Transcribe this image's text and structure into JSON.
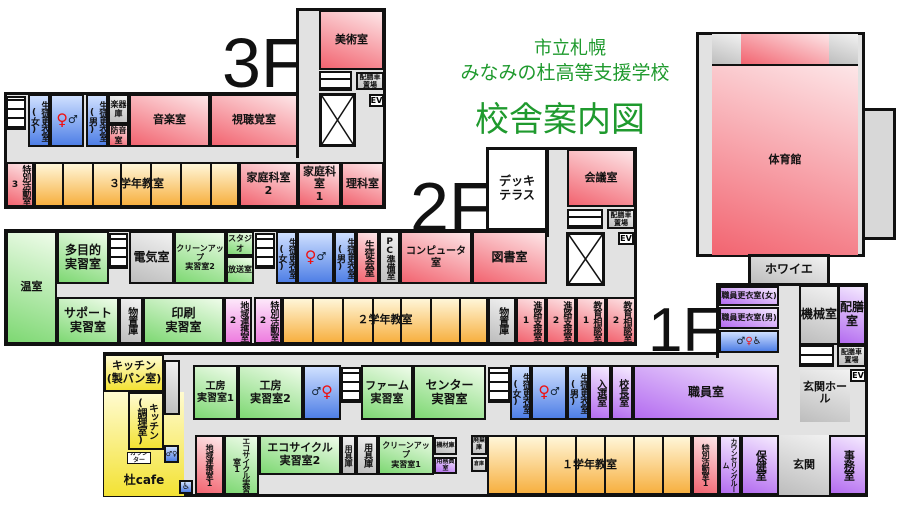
{
  "title": {
    "line1": "市立札幌",
    "line2": "みなみの杜高等支援学校",
    "line3": "校舎案内図"
  },
  "floors": {
    "f3": "3F",
    "f2": "2F",
    "f1": "1F"
  },
  "f3": {
    "art": "美術室",
    "cart": "配膳車\n置場",
    "ev": "EV",
    "lockerF": "生徒更衣室(女)",
    "lockerM": "生徒更衣室(男)",
    "instr": "楽器庫",
    "sound": "防音室",
    "music": "音楽室",
    "av": "視聴覚室",
    "special3": "特別活動室3",
    "classes": "３学年教室",
    "home2": "家庭科室\n2",
    "home1": "家庭科室\n1",
    "science": "理科室"
  },
  "f2": {
    "deck": "デッキ\nテラス",
    "meeting": "会議室",
    "cart": "配膳車\n置場",
    "ev": "EV",
    "green": "温室",
    "multi": "多目的\n実習室",
    "elec": "電気室",
    "clean2": "クリーンアップ\n実習室2",
    "studio": "スタジオ",
    "broadcast": "放送室",
    "lockerF": "生徒更衣室(女)",
    "lockerM": "生徒更衣室(男)",
    "council": "生徒会室",
    "pcprep": "PC準備室",
    "computer": "コンピュータ室",
    "library": "図書室",
    "support": "サポート\n実習室",
    "storage": "物置庫",
    "print": "印刷\n実習室",
    "region2": "地域連携室2",
    "special2": "特別活動室2",
    "classes": "２学年教室",
    "storage2": "物置庫",
    "career1": "進路支援室1",
    "career2": "進路支援室2",
    "counsel1": "教育相談室1",
    "counsel2": "教育相談室2"
  },
  "gym": {
    "name": "体育館",
    "foyer": "ホワイエ"
  },
  "f1": {
    "staffLockerF": "職員更衣室(女)",
    "staffLockerM": "職員更衣室(男)",
    "machine": "機械室",
    "serving": "配膳室",
    "cart": "配膳車\n置場",
    "ev": "EV",
    "hall": "玄関ホール",
    "kitchenBread": "キッチン\n(製パン室)",
    "kitchenCook": "キッチン(調理室)",
    "counter": "カウンター",
    "cafe": "杜cafe",
    "workshop1": "工房\n実習室1",
    "workshop2": "工房\n実習室2",
    "farm": "ファーム\n実習室",
    "center": "センター\n実習室",
    "lockerF": "生徒更衣室(女)",
    "lockerM": "生徒更衣室(男)",
    "admission": "入選室",
    "principal": "校長室",
    "staff": "職員室",
    "region1": "地域連携室1",
    "eco1": "エコサイクル実習室1",
    "eco2": "エコサイクル\n実習室2",
    "tool1": "用具庫",
    "tool2": "用具庫",
    "clean1": "クリーンアップ\n実習室1",
    "equip": "機材庫",
    "janitor": "用務員室",
    "waste": "廃棄庫",
    "store": "倉庫",
    "classes": "１学年教室",
    "special1": "特別活動室1",
    "counseling": "カウンセリングルーム",
    "nurse": "保健室",
    "entrance": "玄関",
    "office": "事務室"
  }
}
